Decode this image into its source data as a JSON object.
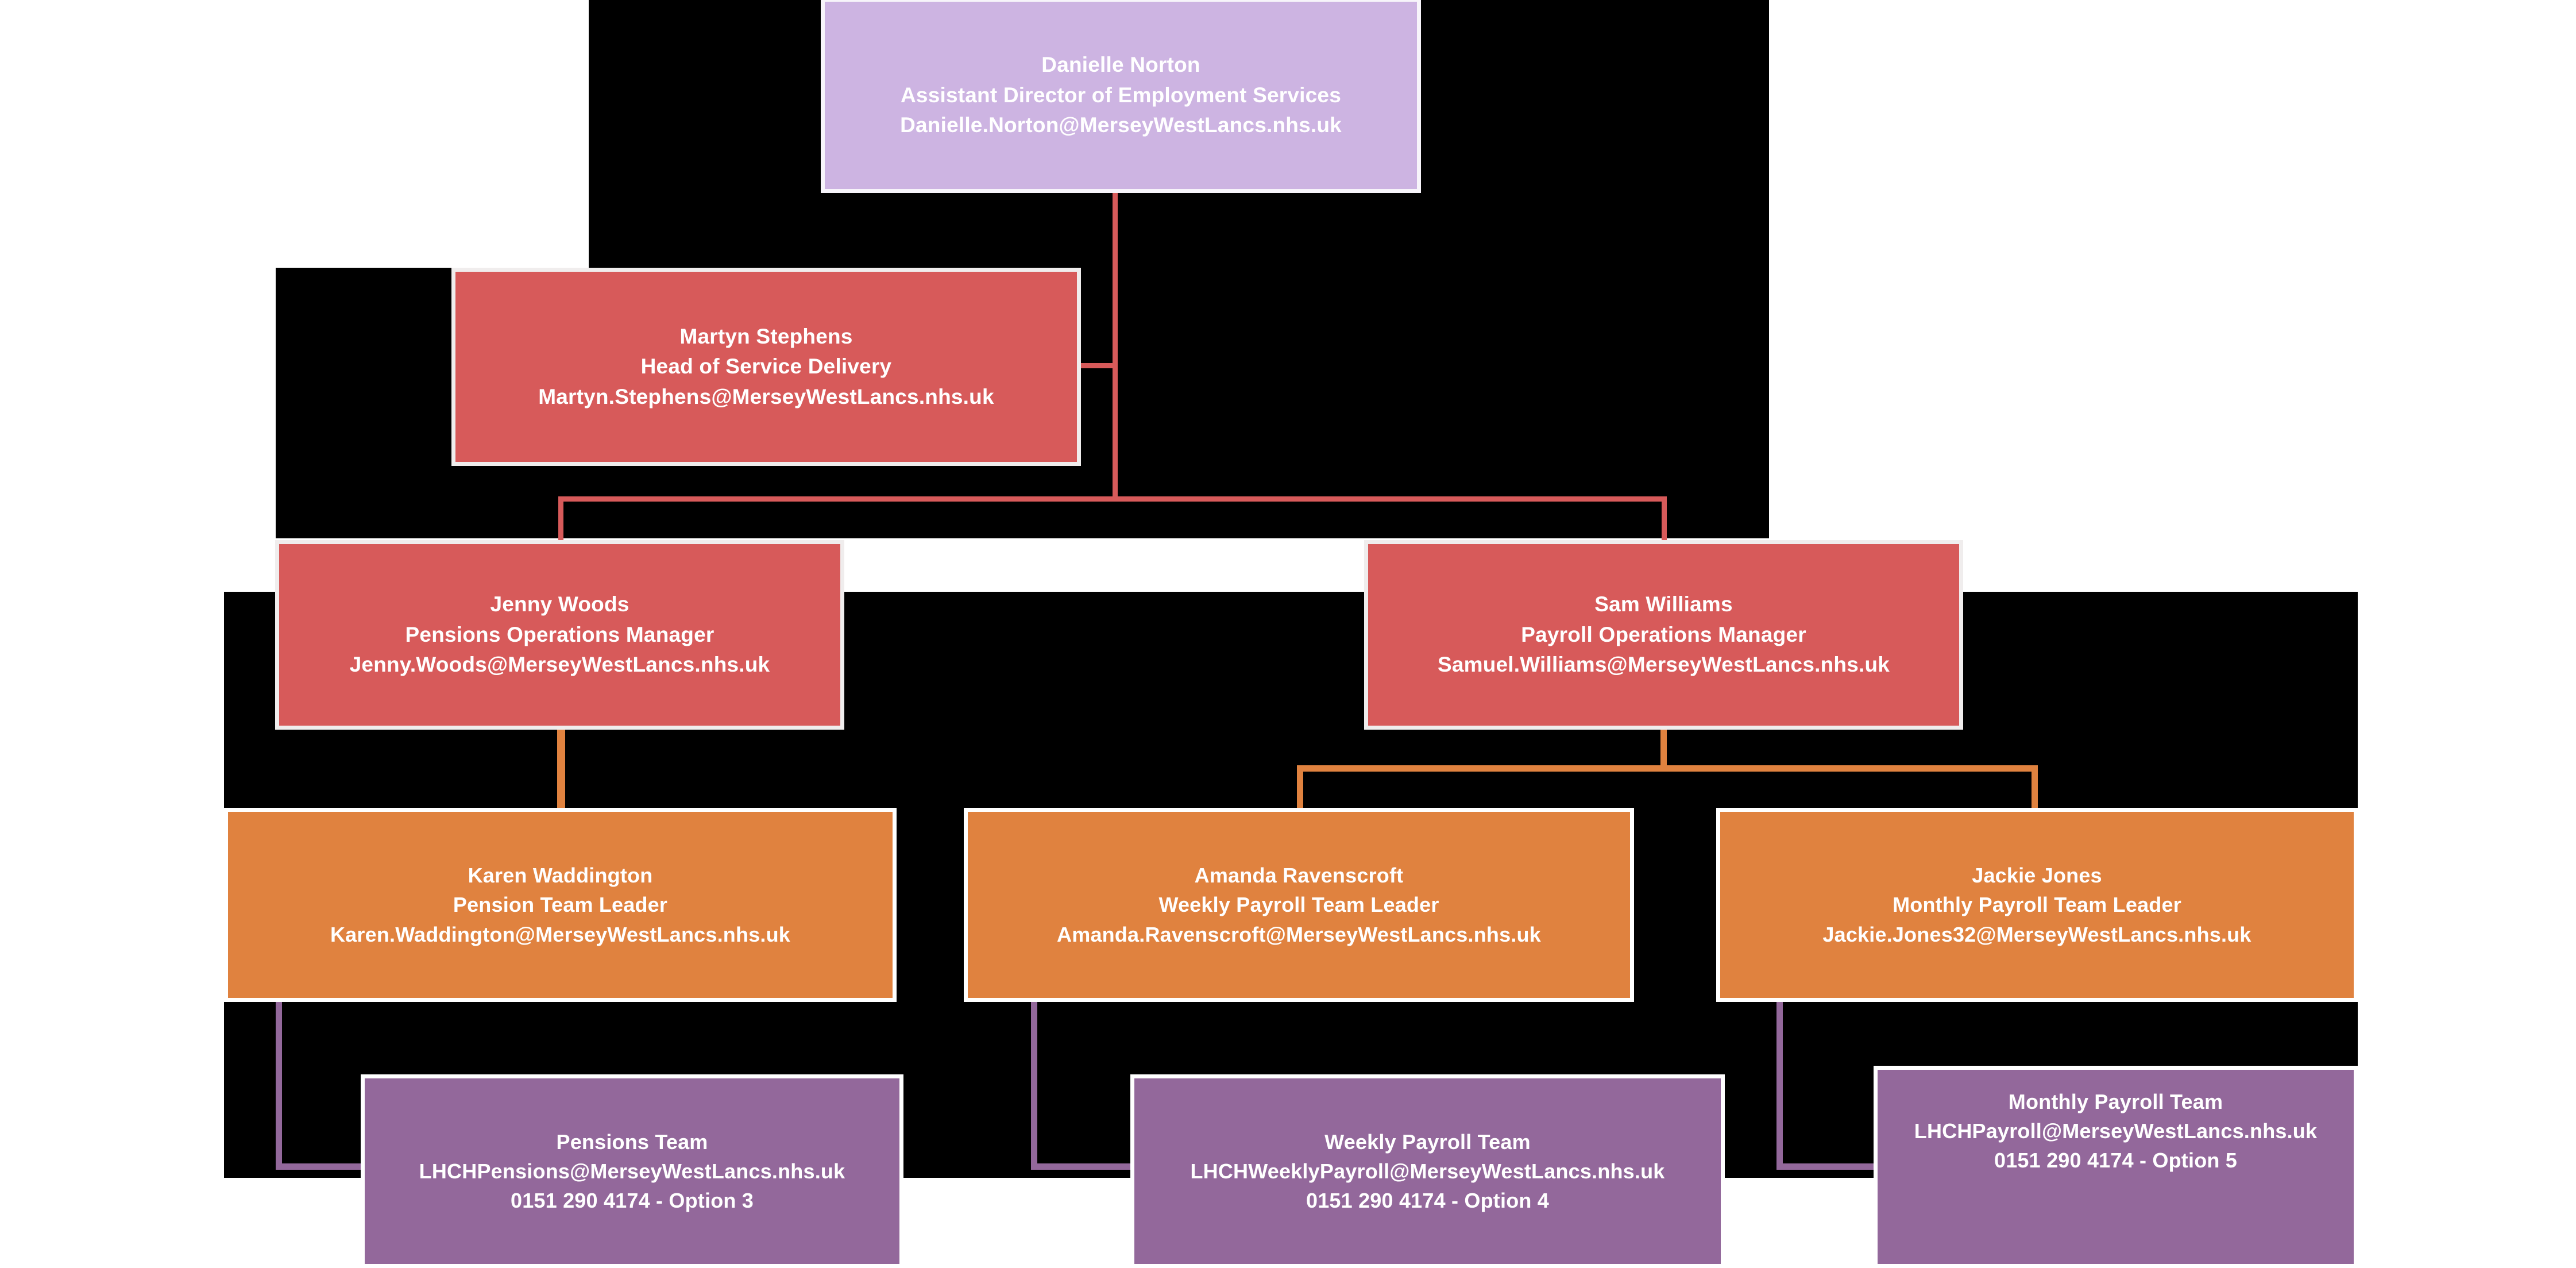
{
  "chart_data": {
    "type": "diagram",
    "title": "Employment Services Payroll and Pensions Organisation Chart",
    "diagram_kind": "organisational-hierarchy",
    "levels": 5,
    "colors": {
      "level1_lilac": "#cdb4e2",
      "level2_red": "#d75a5a",
      "level3_red": "#d75a5a",
      "level4_orange": "#e0823f",
      "level5_purple": "#93689b",
      "connector_red": "#d75a5a",
      "connector_orange": "#e0823f",
      "connector_purple": "#93689b",
      "box_border": "#ffffff",
      "backdrop": "#000000",
      "text": "#ffffff"
    },
    "edges": [
      {
        "from": "danielle-norton",
        "to": "martyn-stephens"
      },
      {
        "from": "danielle-norton",
        "to": "jenny-woods"
      },
      {
        "from": "danielle-norton",
        "to": "sam-williams"
      },
      {
        "from": "jenny-woods",
        "to": "karen-waddington"
      },
      {
        "from": "sam-williams",
        "to": "amanda-ravenscroft"
      },
      {
        "from": "sam-williams",
        "to": "jackie-jones"
      },
      {
        "from": "karen-waddington",
        "to": "pensions-team"
      },
      {
        "from": "amanda-ravenscroft",
        "to": "weekly-payroll-team"
      },
      {
        "from": "jackie-jones",
        "to": "monthly-payroll-team"
      }
    ]
  },
  "nodes": {
    "danielle_norton": {
      "name": "Danielle Norton",
      "role": "Assistant Director of Employment Services",
      "email": "Danielle.Norton@MerseyWestLancs.nhs.uk"
    },
    "martyn_stephens": {
      "name": "Martyn Stephens",
      "role": "Head of Service Delivery",
      "email": "Martyn.Stephens@MerseyWestLancs.nhs.uk"
    },
    "jenny_woods": {
      "name": "Jenny Woods",
      "role": "Pensions Operations Manager",
      "email": "Jenny.Woods@MerseyWestLancs.nhs.uk"
    },
    "sam_williams": {
      "name": "Sam Williams",
      "role": "Payroll Operations Manager",
      "email": "Samuel.Williams@MerseyWestLancs.nhs.uk"
    },
    "karen_waddington": {
      "name": "Karen Waddington",
      "role": "Pension Team Leader",
      "email": "Karen.Waddington@MerseyWestLancs.nhs.uk"
    },
    "amanda_ravenscroft": {
      "name": "Amanda Ravenscroft",
      "role": "Weekly Payroll Team Leader",
      "email": "Amanda.Ravenscroft@MerseyWestLancs.nhs.uk"
    },
    "jackie_jones": {
      "name": "Jackie Jones",
      "role": "Monthly Payroll Team Leader",
      "email": "Jackie.Jones32@MerseyWestLancs.nhs.uk"
    },
    "pensions_team": {
      "name": "Pensions Team",
      "email": "LHCHPensions@MerseyWestLancs.nhs.uk",
      "phone": "0151 290 4174 - Option 3"
    },
    "weekly_payroll_team": {
      "name": "Weekly Payroll Team",
      "email": "LHCHWeeklyPayroll@MerseyWestLancs.nhs.uk",
      "phone": "0151 290 4174 - Option 4"
    },
    "monthly_payroll_team": {
      "name": "Monthly Payroll Team",
      "email": "LHCHPayroll@MerseyWestLancs.nhs.uk",
      "phone": "0151 290 4174 - Option 5"
    }
  }
}
